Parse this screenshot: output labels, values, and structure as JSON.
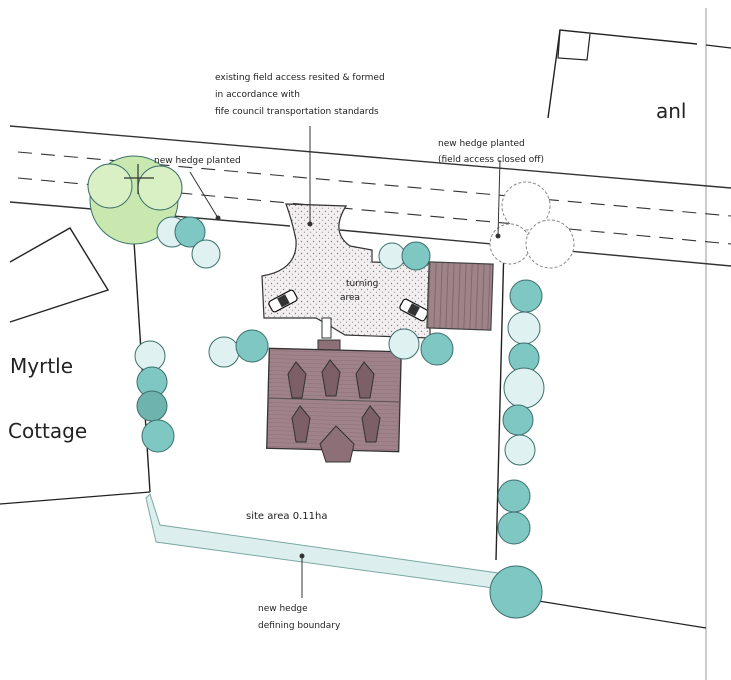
{
  "labels": {
    "field_access_line1": "existing field access resited & formed",
    "field_access_line2": "in accordance with",
    "field_access_line3": "fife council transportation standards",
    "hedge_left": "new hedge planted",
    "hedge_right_line1": "new hedge planted",
    "hedge_right_line2": "(field access closed off)",
    "turning_line1": "turning",
    "turning_line2": "area",
    "myrtle": "Myrtle",
    "cottage": "Cottage",
    "neighbour_fragment": "anl",
    "site_area": "site area 0.11ha",
    "boundary_line1": "new hedge",
    "boundary_line2": "defining boundary"
  },
  "colors": {
    "tree_teal": "#7fc7c2",
    "tree_light": "#dff2f1",
    "tree_green": "#c9e8b0",
    "roof": "#9c7b83",
    "roof_dark": "#7d5f67",
    "shed": "#9a7f84",
    "gravel": "#f1eff0",
    "hedge_strip": "#dcefee"
  }
}
